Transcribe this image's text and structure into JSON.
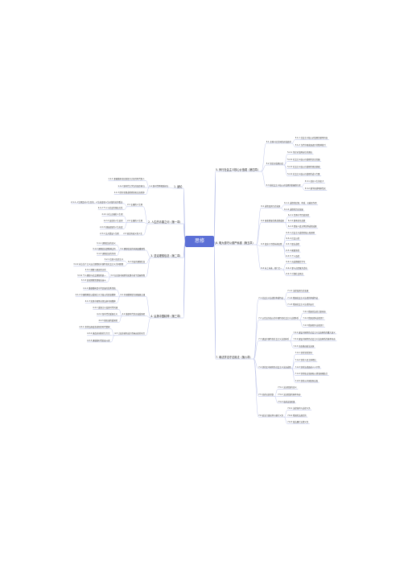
{
  "root": "思修",
  "branches": [
    {
      "side": "right",
      "title": "5. 师行社会主义核心价值观（第四章）",
      "children": [
        {
          "text": "5.1 全体人民共同的价值追求",
          "children": [
            "5.1.1 社会主义核心价值观的基本内容",
            "5.1.2 当代中国发展进步的精神指引"
          ]
        },
        {
          "text": "5.2 坚定价值观自信",
          "children": [
            "5.2.1 坚定价值观自信的理由",
            "5.2.2 社会主义核心价值观的历史底蕴",
            "5.2.3 社会主义核心价值观的现实基础",
            "5.2.4 社会主义核心价值观的道义力量"
          ]
        },
        {
          "text": "5.3 做社会主义核心价值观的积极践行者",
          "children": [
            "5.3.1 扣好人生的扣子",
            "5.3.2 勤学修德明辨笃实"
          ]
        }
      ]
    },
    {
      "side": "right",
      "title": "6. 明大德守公德严私德（第五章）",
      "children": [
        {
          "text": "6.1 道德及其历史发展",
          "children": [
            "6.1.1 道德的起源、本质、功能和作用",
            "6.1.2 道德的历史发展"
          ]
        },
        {
          "text": "6.2 吸收借鉴优秀道德成果",
          "children": [
            "6.2.1 传承中华传统美德",
            "6.2.2 继承革命道德",
            "6.2.3 借鉴人类文明优秀道德成果"
          ]
        },
        {
          "text": "6.3 投身于崇德向善实践",
          "children": [
            "6.3.1 社会主义道德的核心和原则",
            "6.3.2 社会公德",
            "6.3.3 职业道德",
            "6.3.4 家庭美德",
            "6.3.5 个人品德"
          ]
        },
        {
          "text": "6.4 向上向善，知行合一",
          "children": [
            "6.4.1 向道德模范学习",
            "6.4.2 参与志愿服务活动",
            "6.4.3 引领社会风尚"
          ]
        }
      ]
    },
    {
      "side": "right",
      "title": "7. 尊法学法守法用法（第六章）",
      "children": [
        {
          "text": "7.1 社会主义法律的本质特征",
          "children": [
            "7.1.1 法律及其历史发展",
            "7.1.2 我国社会主义法律的本质特征",
            "7.1.3 我国社会主义法律的运行"
          ]
        },
        {
          "text": "7.2 以宪法为核心的中国特色社会主义法律体系",
          "children": [
            "7.2.1 我国宪法的主要内容",
            "7.2.2 我国实体法律部门",
            "7.2.3 我国程序法律部门"
          ]
        },
        {
          "text": "7.3 建设中国特色社会主义法治体系",
          "children": [
            "7.3.1 建设中国特色社会主义法治体系的重大意义",
            "7.3.2 建设中国特色社会主义法治体系的基本内容",
            "7.3.3 全面推进依法治国"
          ]
        },
        {
          "text": "7.4 坚持走中国特色社会主义法治道路",
          "children": [
            "7.4.1 坚持党的领导",
            "7.4.2 坚持人民主体地位",
            "7.4.3 坚持法律面前人人平等",
            "7.4.4 坚持依法治国和以德治国相结合",
            "7.4.5 坚持从中国实际出发"
          ]
        },
        {
          "text": "7.5 培养法治思维",
          "children": [
            "7.5.1 法治思维的含义",
            "7.5.2 法治思维的基本内容",
            "7.5.3 培养法治思维"
          ]
        },
        {
          "text": "7.6 依法行使权利与履行义务",
          "children": [
            "7.6.1 法律权利与法律义务",
            "7.6.2 我国宪法规定的",
            "7.6.3 依法履行法律义务"
          ]
        }
      ]
    },
    {
      "side": "left",
      "title": "1. 绪论",
      "children": [
        {
          "text": "1.1 新时代呼唤新担当",
          "children": [
            "1.1.1 要能做担当民族复兴大任的时代新人",
            "1.1.2 新时代大学生的使命担当",
            "1.1.3 提升思想道德素质和法治素养"
          ]
        }
      ]
    },
    {
      "side": "left",
      "title": "2. 人生的青春之问（第一章）",
      "children": [
        {
          "text": "2.1 正确的人生观",
          "children": [
            "2.1.1 人生观是对人生目的、人生态度和人生价值的总的看法",
            "2.1.2 个人与社会的辩证关系"
          ]
        },
        {
          "text": "2.2 正确的人生观",
          "children": [
            "2.2.1 树立正确的人生观",
            "2.2.2 高尚的人生追求",
            "2.2.3 积极进取的人生态度"
          ]
        },
        {
          "text": "2.3 创造有意义的人生",
          "children": [
            "2.3.1 反对错误人生观"
          ]
        }
      ]
    },
    {
      "side": "left",
      "title": "3. 坚定理想信念（第二章）",
      "children": [
        {
          "text": "3.1 理想信念的内涵及重要性",
          "children": [
            "3.1.1 理想信念的含义",
            "3.1.2 理想信念是精神之钙",
            "3.1.3 理想信念的作用"
          ]
        },
        {
          "text": "3.2 崇高的理想信念",
          "children": [
            "3.2.1 信仰马克思主义",
            "3.2.2 树立共产主义远大理想和中国特色社会主义共同理想"
          ]
        },
        {
          "text": "3.3 在实现中国梦的实践中放飞青春梦想",
          "children": [
            "3.3.1 理想与现实的关系",
            "3.3.2 个人理想与社会理想的统一",
            "3.3.3 实现理想需要艰苦奋斗"
          ]
        }
      ]
    },
    {
      "side": "left",
      "title": "4. 弘扬中国精神（第三章）",
      "children": [
        {
          "text": "4.1 中国精神是兴国强国之魂",
          "children": [
            "4.1.1 重视精神是中华民族的优秀传统",
            "4.1.2 中国精神是以爱国主义为核心的民族精神",
            "4.1.3 实现中国梦必须弘扬中国精神"
          ]
        },
        {
          "text": "4.2 做新时代的忠诚爱国者",
          "children": [
            "4.2.1 爱国主义及其时代内涵",
            "4.2.2 新时代的爱国主义",
            "4.2.3 做忠诚的爱国者"
          ]
        },
        {
          "text": "4.3 让改革创新成为青春远航的动力",
          "children": [
            "4.3.1 坚持弘扬改革创新的时代精神",
            "4.3.2 做改革创新的生力军",
            "4.3.3 勇做新时代的奋斗者"
          ]
        }
      ]
    }
  ]
}
